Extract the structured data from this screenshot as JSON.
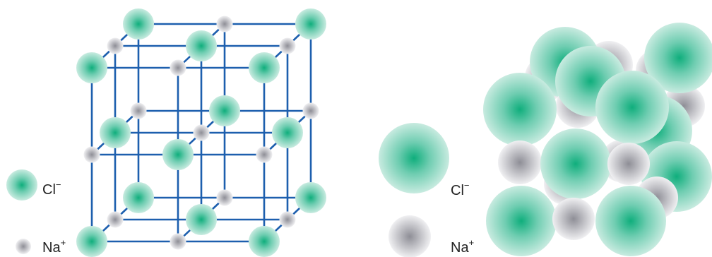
{
  "lattice_legend": {
    "chloride": {
      "symbol": "Cl",
      "charge": "−"
    },
    "sodium": {
      "symbol": "Na",
      "charge": "+"
    }
  },
  "packing_legend": {
    "chloride": {
      "symbol": "Cl",
      "charge": "−"
    },
    "sodium": {
      "symbol": "Na",
      "charge": "+"
    }
  },
  "colors": {
    "chloride": "#19b98a",
    "chloride_edge": "#bfe6da",
    "sodium": "#9a9aa0",
    "sodium_edge": "#ececee",
    "bond": "#1d5fae"
  }
}
